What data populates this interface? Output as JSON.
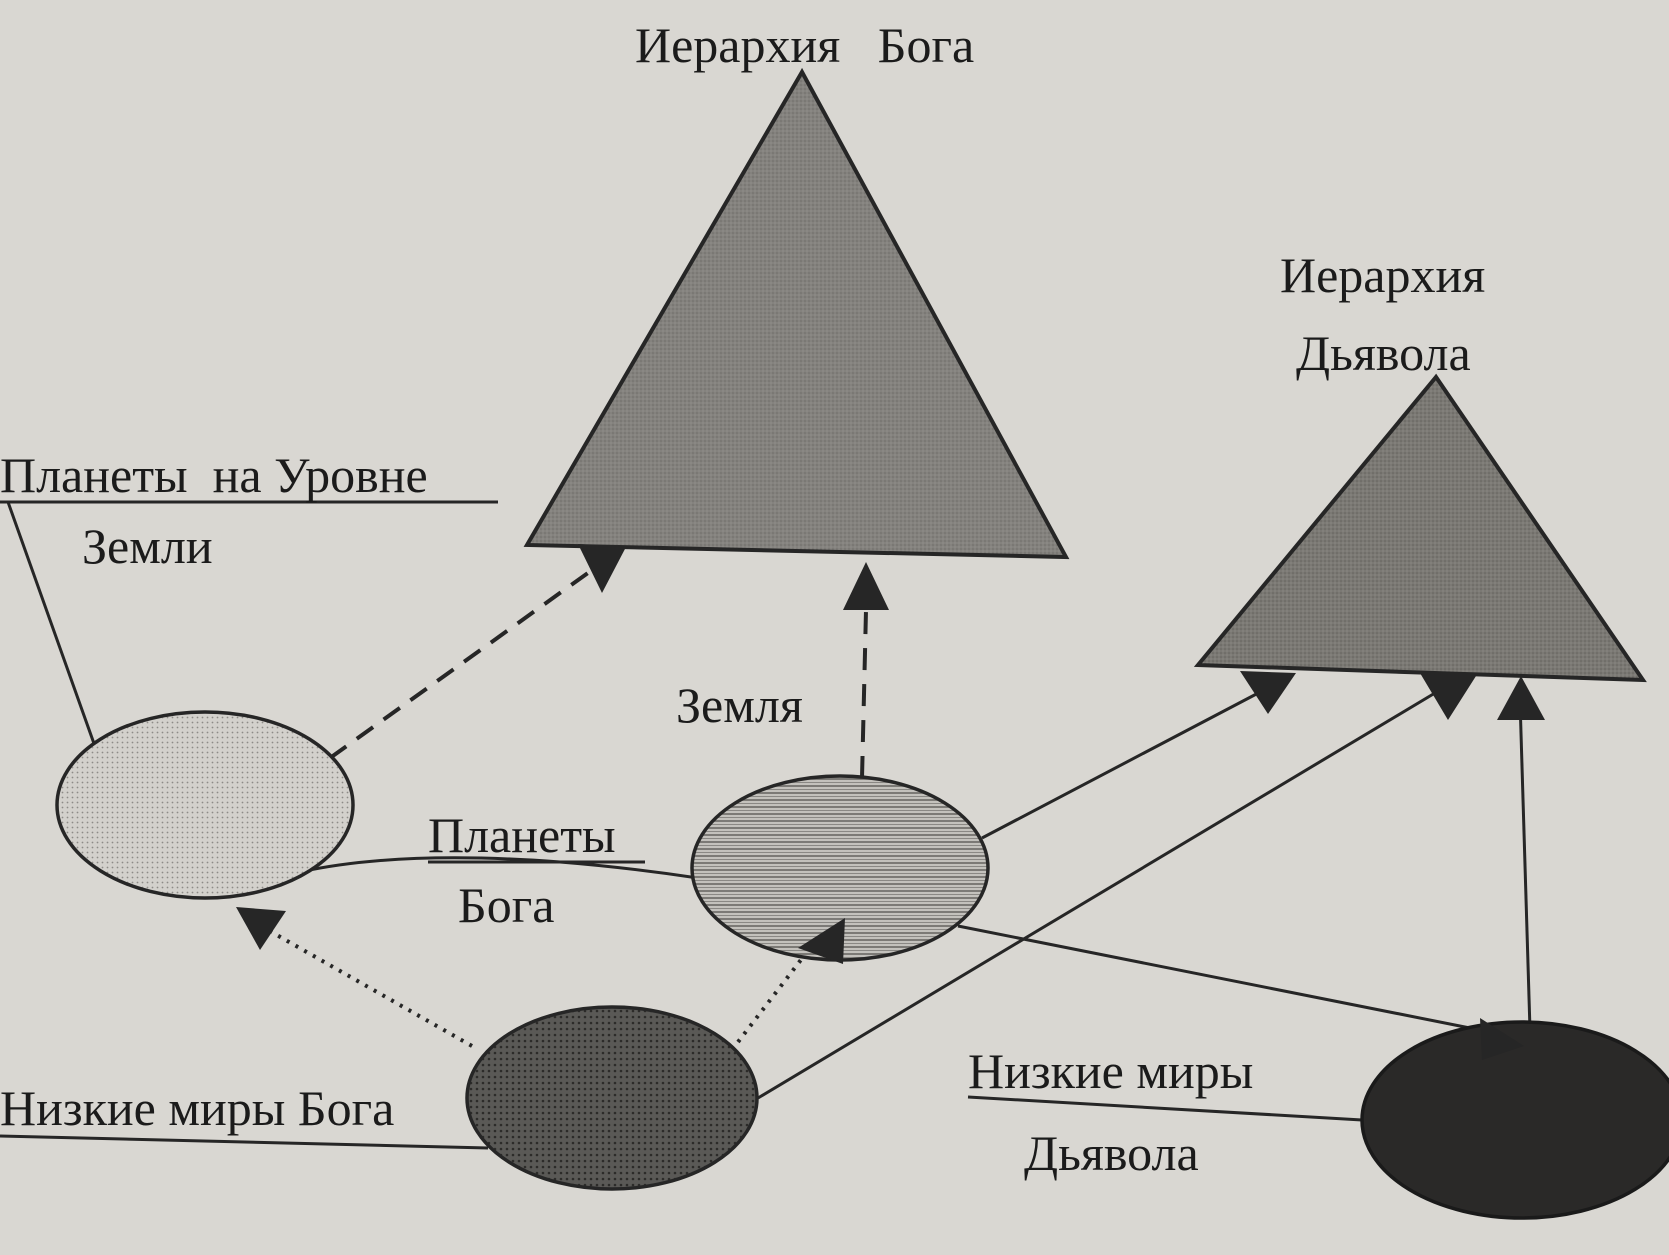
{
  "labels": {
    "god_hierarchy": "Иерархия   Бога",
    "devil_hierarchy_line1": "Иерархия",
    "devil_hierarchy_line2": "Дьявола",
    "earth_level_planets_line1": "Планеты  на Уровне",
    "earth_level_planets_line2": "Земли",
    "earth": "Земля",
    "god_planets_line1": "Планеты",
    "god_planets_line2": "Бога",
    "god_low_worlds": "Низкие миры Бога",
    "devil_low_worlds_line1": "Низкие миры",
    "devil_low_worlds_line2": "Дьявола"
  },
  "colors": {
    "paper": "#d9d7d2",
    "ink": "#262626",
    "god_triangle": "#807e7a",
    "devil_triangle": "#77756f",
    "earth_level_ellipse": "#cfcdc8",
    "earth_ellipse": "#b9b7b2",
    "god_low_ellipse": "#4f4e4b",
    "devil_low_ellipse": "#2a2928"
  }
}
